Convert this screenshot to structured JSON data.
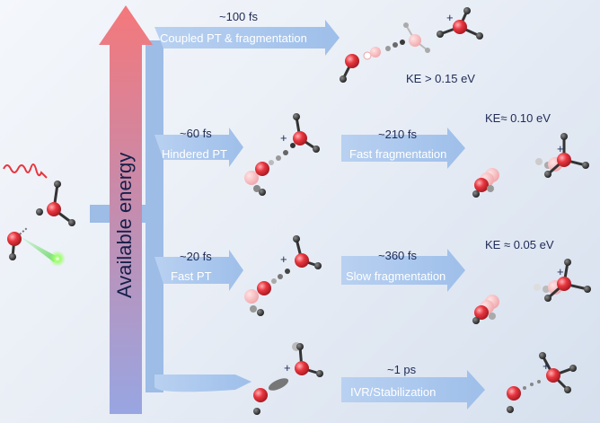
{
  "axis_label": "Available energy",
  "pathways": [
    {
      "time": "~100 fs",
      "process": "Coupled PT & fragmentation",
      "ke": "KE > 0.15 eV"
    },
    {
      "time": "~60 fs",
      "process": "Hindered PT",
      "time2": "~210 fs",
      "process2": "Fast fragmentation",
      "ke": "KE≈ 0.10 eV"
    },
    {
      "time": "~20 fs",
      "process": "Fast PT",
      "time2": "~360 fs",
      "process2": "Slow fragmentation",
      "ke": "KE ≈ 0.05 eV"
    },
    {
      "time2": "~1 ps",
      "process2": "IVR/Stabilization"
    }
  ],
  "colors": {
    "arrow": "#a9c6ec",
    "oxygen": "#e8363f",
    "hydrogen": "#2a2a2a",
    "gradient_top": "#f07c80",
    "gradient_bottom": "#9aa7e0"
  },
  "symbols": {
    "plus": "+"
  }
}
